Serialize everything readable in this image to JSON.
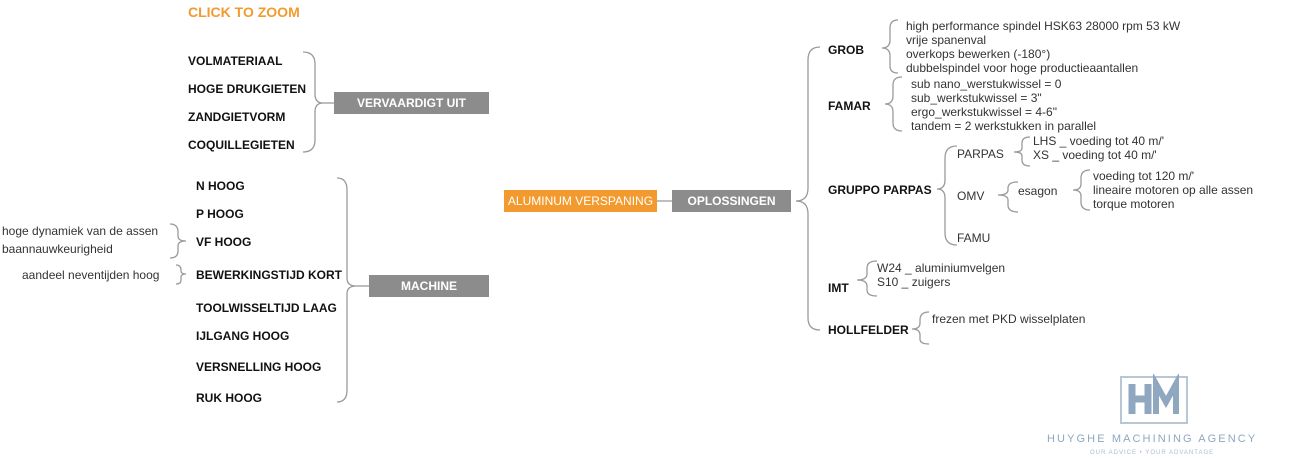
{
  "header": {
    "zoom_label": "CLICK TO ZOOM"
  },
  "center": {
    "label": "ALUMINUM VERSPANING"
  },
  "left": {
    "vervaardigt": {
      "label": "VERVAARDIGT UIT",
      "items": [
        "VOLMATERIAAL",
        "HOGE DRUKGIETEN",
        "ZANDGIETVORM",
        "COQUILLEGIETEN"
      ]
    },
    "machine": {
      "label": "MACHINE",
      "items": [
        "N HOOG",
        "P HOOG",
        "VF HOOG",
        "BEWERKINGSTIJD KORT",
        "TOOLWISSELTIJD LAAG",
        "IJLGANG HOOG",
        "VERSNELLING HOOG",
        "RUK HOOG"
      ],
      "vf_notes": [
        "hoge dynamiek van de assen",
        "baannauwkeurigheid"
      ],
      "bewerking_note": "aandeel neventijden hoog"
    }
  },
  "right": {
    "oplossingen": {
      "label": "OPLOSSINGEN",
      "grob": {
        "label": "GROB",
        "notes": [
          "high performance spindel HSK63 28000 rpm 53 kW",
          "vrije spanenval",
          "overkops bewerken (-180°)",
          "dubbelspindel voor hoge productieaantallen"
        ]
      },
      "famar": {
        "label": "FAMAR",
        "notes": [
          "sub nano_werstukwissel = 0",
          "sub_werkstukwissel = 3\"",
          "ergo_werkstukwissel = 4-6\"",
          "tandem = 2 werkstukken in parallel"
        ]
      },
      "gruppo": {
        "label": "GRUPPO PARPAS",
        "parpas": {
          "label": "PARPAS",
          "notes": [
            "LHS _ voeding tot 40 m/'",
            "XS _ voeding tot 40 m/'"
          ]
        },
        "omv": {
          "label": "OMV",
          "esagon": "esagon",
          "notes": [
            "voeding tot 120 m/'",
            "lineaire motoren op alle assen",
            "torque motoren"
          ]
        },
        "famu": {
          "label": "FAMU"
        }
      },
      "imt": {
        "label": "IMT",
        "notes": [
          "W24 _ aluminiumvelgen",
          "S10 _ zuigers"
        ]
      },
      "hollfelder": {
        "label": "HOLLFELDER",
        "notes": [
          "frezen met PKD wisselplaten"
        ]
      }
    }
  },
  "logo": {
    "mark": "HM",
    "name": "HUYGHE MACHINING AGENCY",
    "tagline": "OUR ADVICE • YOUR ADVANTAGE"
  },
  "colors": {
    "accent": "#f39a2f",
    "node_grey": "#8c8c8c",
    "connector": "#9a9a9a",
    "logo": "#8fa8c0"
  }
}
